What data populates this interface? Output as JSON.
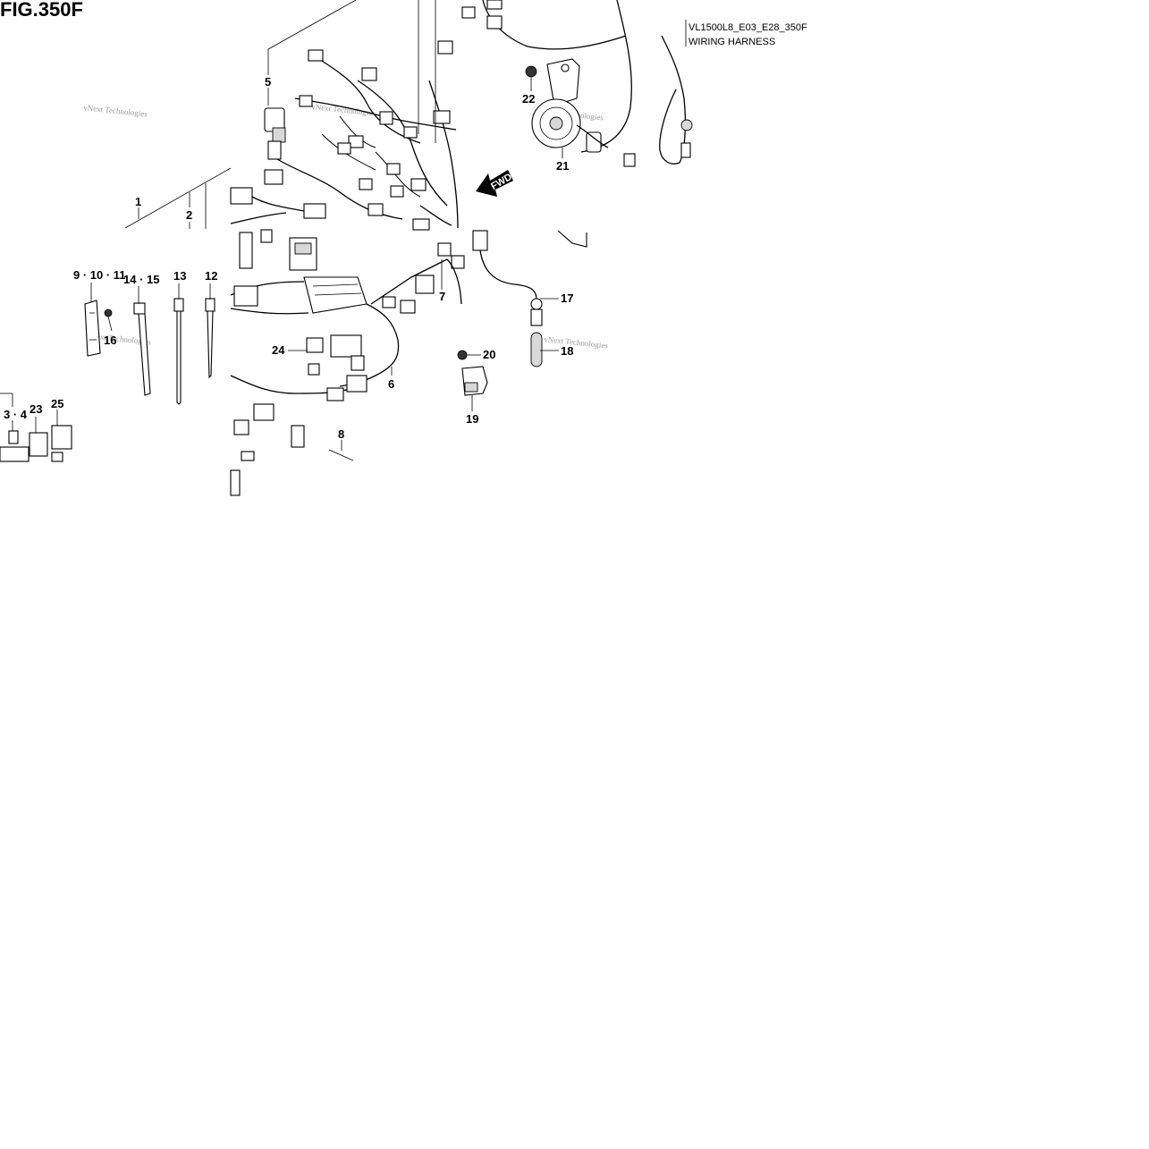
{
  "figure": {
    "title": "FIG.350F",
    "code": "VL1500L8_E03_E28_350F",
    "name": "WIRING HARNESS"
  },
  "watermark": "vNext Technologies",
  "fwd_label": "FWD",
  "callouts": {
    "c1": "1",
    "c2": "2",
    "c5": "5",
    "c22": "22",
    "c21": "21",
    "c9_10_11": "9 · 10 · 11",
    "c14_15": "14 · 15",
    "c13": "13",
    "c12": "12",
    "c16": "16",
    "c3_4": "3 · 4",
    "c23": "23",
    "c25": "25",
    "c24": "24",
    "c7": "7",
    "c17": "17",
    "c18": "18",
    "c20": "20",
    "c19": "19",
    "c6": "6",
    "c8": "8"
  }
}
